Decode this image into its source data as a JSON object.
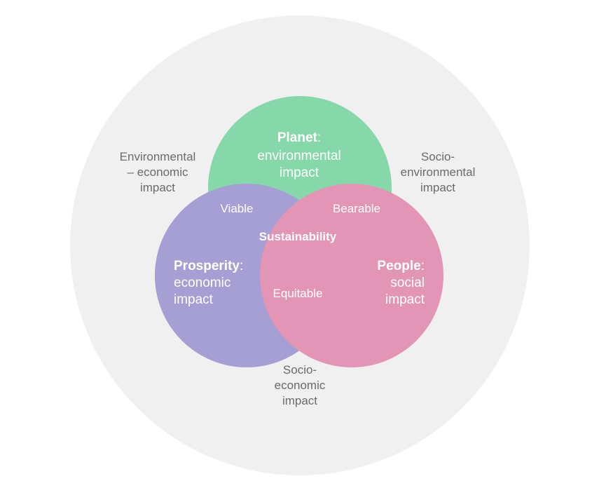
{
  "colors": {
    "background_disc": "#f0f0f0",
    "planet": "#8ee6b5",
    "people": "#f19ec0",
    "prosperity": "#b0a9e2",
    "label_gray": "#6b6b6b",
    "label_white": "#ffffff"
  },
  "diagram": {
    "planet": {
      "title": "Planet",
      "line1": "environmental",
      "line2": "impact"
    },
    "prosperity": {
      "title": "Prosperity",
      "line1": "economic",
      "line2": "impact"
    },
    "people": {
      "title": "People",
      "line1": "social",
      "line2": "impact"
    },
    "overlaps": {
      "viable": "Viable",
      "bearable": "Bearable",
      "equitable": "Equitable",
      "center": "Sustainability"
    },
    "outer": {
      "env_econ": [
        "Environmental",
        "– economic",
        "impact"
      ],
      "socio_env": [
        "Socio-",
        "environmental",
        "impact"
      ],
      "socio_econ": [
        "Socio-",
        "economic",
        "impact"
      ]
    },
    "colon": ":"
  }
}
